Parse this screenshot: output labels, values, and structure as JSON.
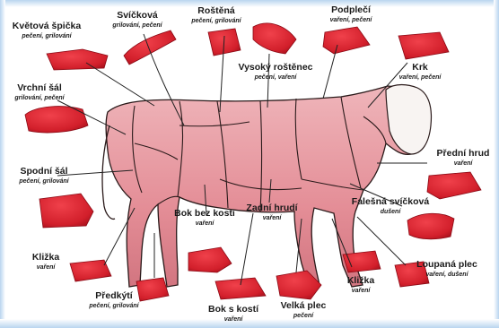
{
  "colors": {
    "meat": "#d8242f",
    "meat_dark": "#a80f1c",
    "body": "#e8a0a6",
    "body_shade": "#cf6e78",
    "outline": "#222222"
  },
  "cuts": [
    {
      "id": "kvetova-spicka",
      "name": "Květová špička",
      "methods": "pečení, grilování"
    },
    {
      "id": "svickova",
      "name": "Svíčková",
      "methods": "grilování, pečení"
    },
    {
      "id": "rostena",
      "name": "Roštěná",
      "methods": "pečení, grilování"
    },
    {
      "id": "podpleci",
      "name": "Podplečí",
      "methods": "vaření, pečení"
    },
    {
      "id": "vysoky-rostenec",
      "name": "Vysoký roštěnec",
      "methods": "pečení, vaření"
    },
    {
      "id": "krk",
      "name": "Krk",
      "methods": "vaření, pečení"
    },
    {
      "id": "vrchni-sal",
      "name": "Vrchní šál",
      "methods": "grilování, pečení"
    },
    {
      "id": "spodni-sal",
      "name": "Spodní šál",
      "methods": "pečení, grilování"
    },
    {
      "id": "predni-hrud",
      "name": "Přední hrud",
      "methods": "vaření"
    },
    {
      "id": "falesna-svickova",
      "name": "Falešná svíčková",
      "methods": "dušení"
    },
    {
      "id": "bok-bez-kosti",
      "name": "Bok bez kosti",
      "methods": "vaření"
    },
    {
      "id": "zadni-hrud",
      "name": "Zadní hrudí",
      "methods": "vaření"
    },
    {
      "id": "klizka-zadni",
      "name": "Kližka",
      "methods": "vaření"
    },
    {
      "id": "klizka-predni",
      "name": "Kližka",
      "methods": "vaření"
    },
    {
      "id": "loupana-plec",
      "name": "Loupaná plec",
      "methods": "vaření, dušení"
    },
    {
      "id": "predkyti",
      "name": "Předkýtí",
      "methods": "pečení, grilování"
    },
    {
      "id": "bok-s-kosti",
      "name": "Bok s kostí",
      "methods": "vaření"
    },
    {
      "id": "velka-plec",
      "name": "Velká plec",
      "methods": "pečení"
    }
  ]
}
